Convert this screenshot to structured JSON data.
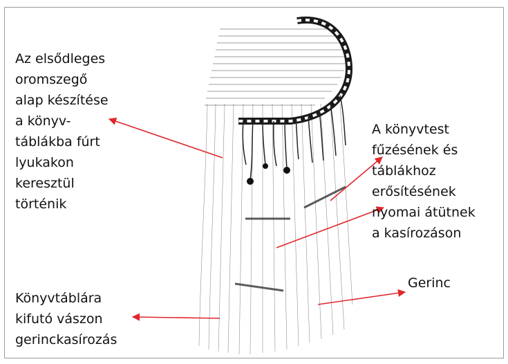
{
  "figure": {
    "left_top_label": [
      "Az elsődleges",
      "oromszegő",
      "alap készítése",
      "a könyv-",
      "táblákba fúrt",
      "lyukakon",
      "keresztül",
      "történik"
    ],
    "right_top_label": [
      "A könyvtest",
      "fűzésének és",
      "táblákhoz",
      "erősítésének",
      "nyomai átütnek",
      "a kasírozáson"
    ],
    "left_bottom_label": [
      "Könyvtáblára",
      "kifutó vászon",
      "gerinckasírozás"
    ],
    "right_bottom_label": [
      "Gerinc"
    ]
  },
  "colors": {
    "arrow": "#e0262b",
    "ink": "#1a1a1a",
    "frame": "#9a9a9a"
  }
}
